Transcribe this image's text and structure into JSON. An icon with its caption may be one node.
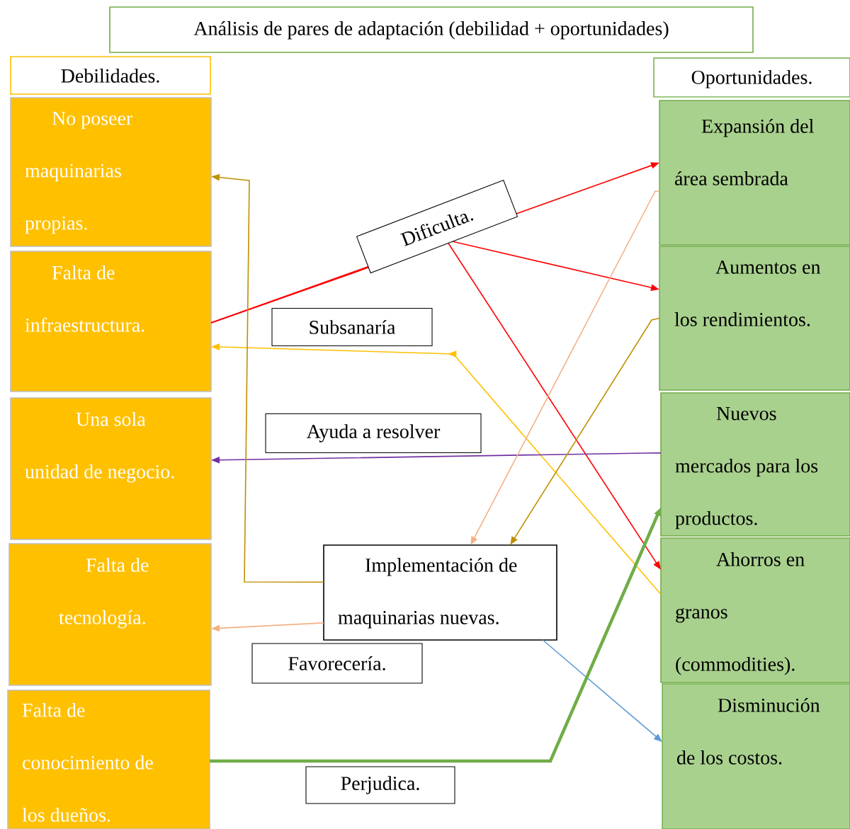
{
  "diagram": {
    "nodes": [
      {
        "text": [
          "Análisis de pares de adaptación (debilidad + oportunidades)"
        ]
      },
      {
        "text": [
          "Debilidades."
        ]
      },
      {
        "text": [
          "No poseer maquinarias propias."
        ]
      },
      {
        "text": [
          "Falta de infraestructura."
        ]
      },
      {
        "text": [
          "Una sola unidad de negocio."
        ]
      },
      {
        "text": [
          "Falta de tecnología."
        ]
      },
      {
        "text": [
          "Falta de conocimiento de los dueños."
        ]
      },
      {
        "text": [
          "Oportunidades."
        ]
      },
      {
        "text": [
          "Expansión del área sembrada"
        ]
      },
      {
        "text": [
          "Aumentos en los rendimientos."
        ]
      },
      {
        "text": [
          "Nuevos mercados para los productos."
        ]
      },
      {
        "text": [
          "Ahorros en granos (commodities)."
        ]
      },
      {
        "text": [
          "Disminución de los costos."
        ]
      },
      {
        "text": [
          "Implementación de maquinarias nuevas."
        ]
      }
    ],
    "edges": [
      {
        "from": 3,
        "to": 8,
        "arrow": "to",
        "label": "Dificulta.",
        "color": "#ff0000"
      },
      {
        "from": 3,
        "to": 9,
        "arrow": "to",
        "color": "#ff0000"
      },
      {
        "from": 3,
        "to": 11,
        "arrow": "to",
        "color": "#ff0000"
      },
      {
        "from": 11,
        "to": 3,
        "arrow": "to",
        "label": "Subsanaría",
        "color": "#ffc000"
      },
      {
        "from": 10,
        "to": 4,
        "arrow": "to",
        "label": "Ayuda a resolver",
        "color": "#7030a0"
      },
      {
        "from": 13,
        "to": 2,
        "arrow": "to",
        "color": "#bf9000"
      },
      {
        "from": 9,
        "to": 13,
        "arrow": "to",
        "color": "#bf9000"
      },
      {
        "from": 8,
        "to": 13,
        "arrow": "to",
        "color": "#f4b183"
      },
      {
        "from": 13,
        "to": 5,
        "arrow": "to",
        "label": "Favorecería.",
        "color": "#f4b183"
      },
      {
        "from": 13,
        "to": 12,
        "arrow": "to",
        "color": "#5b9bd5"
      },
      {
        "from": 6,
        "to": 10,
        "arrow": "to",
        "label": "Perjudica.",
        "style": "thick",
        "color": "#70ad47"
      }
    ]
  }
}
